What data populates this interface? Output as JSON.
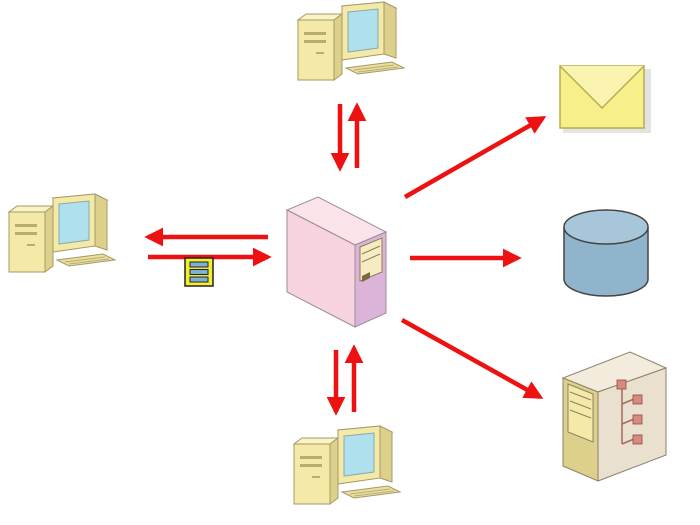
{
  "diagram": {
    "background": "#ffffff",
    "arrow_color": "#ee1111",
    "nodes": [
      {
        "id": "client-top",
        "kind": "workstation",
        "icon": "desktop-computer-icon"
      },
      {
        "id": "client-left",
        "kind": "workstation",
        "icon": "desktop-computer-icon"
      },
      {
        "id": "client-bottom",
        "kind": "workstation",
        "icon": "desktop-computer-icon"
      },
      {
        "id": "central-server",
        "kind": "server",
        "icon": "server-tower-icon",
        "color": "#f6d3df",
        "side_color": "#dcb4da"
      },
      {
        "id": "mail",
        "kind": "email",
        "icon": "envelope-icon",
        "color": "#f6ef8a"
      },
      {
        "id": "database",
        "kind": "database",
        "icon": "database-cylinder-icon",
        "color": "#8fb4cc"
      },
      {
        "id": "file-server",
        "kind": "server",
        "icon": "network-server-icon",
        "color": "#e9e0cf"
      }
    ],
    "message_icon": "message-document-icon",
    "connections": [
      {
        "from": "central-server",
        "to": "client-top",
        "bidirectional": true
      },
      {
        "from": "central-server",
        "to": "client-left",
        "bidirectional": true
      },
      {
        "from": "central-server",
        "to": "client-bottom",
        "bidirectional": true
      },
      {
        "from": "central-server",
        "to": "mail",
        "bidirectional": false
      },
      {
        "from": "central-server",
        "to": "database",
        "bidirectional": false
      },
      {
        "from": "central-server",
        "to": "file-server",
        "bidirectional": false
      }
    ]
  }
}
